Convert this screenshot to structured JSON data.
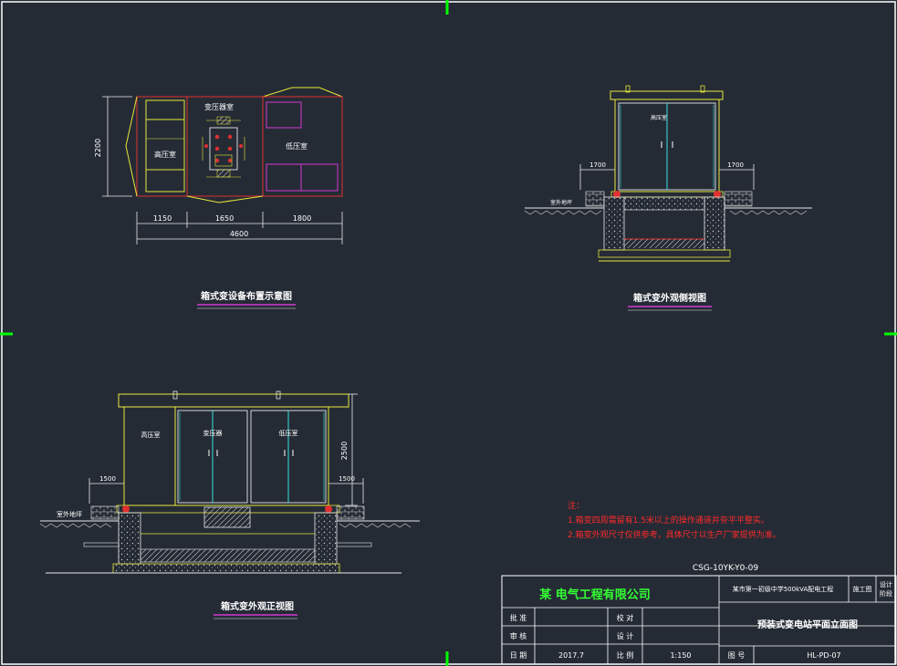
{
  "colors": {
    "background": "#252b35",
    "frame": "#ffffff",
    "marker": "#00ff00",
    "outline": "#e8e83a",
    "red": "#e03030",
    "magenta": "#d23ad2",
    "cyan": "#38e0e0",
    "dim": "#e8e8e8",
    "note": "#ff2a2a",
    "company": "#33ff33"
  },
  "plan": {
    "room_hv": "高压室",
    "room_tr": "变压器室",
    "room_lv": "低压室",
    "dim_depth": "2200",
    "dim_1": "1150",
    "dim_2": "1650",
    "dim_3": "1800",
    "dim_total": "4600",
    "caption": "箱式变设备布置示意图"
  },
  "side": {
    "door_label": "高压室",
    "dim_left": "1700",
    "dim_right": "1700",
    "ground_label": "室外地坪",
    "caption": "箱式变外观侧视图"
  },
  "front": {
    "room_hv": "高压室",
    "room_tr": "变压器",
    "room_lv": "低压室",
    "dim_height": "2500",
    "dim_left": "1500",
    "dim_right": "1500",
    "ground_label": "室外地坪",
    "caption": "箱式变外观正视图"
  },
  "notes": {
    "heading": "注：",
    "line1": "1.箱变四周需留有1.5米以上的操作通道并夯平平整实。",
    "line2": "2.箱变外观尺寸仅供参考，具体尺寸以生产厂家提供为准。"
  },
  "title_block": {
    "drawing_code": "CSG-10YK-Y0-09",
    "company": "某 电气工程有限公司",
    "project": "某市第一初级中学500kVA配电工程",
    "stage": "施工图",
    "design_stage_1": "设计",
    "design_stage_2": "阶段",
    "label_approve": "批 准",
    "label_check": "校 对",
    "label_review": "审 核",
    "label_design": "设 计",
    "label_date": "日 期",
    "date": "2017.7",
    "label_scale": "比 例",
    "scale": "1:150",
    "label_drawing_no": "图 号",
    "drawing_no": "HL-PD-07",
    "drawing_title": "预装式变电站平面立面图"
  }
}
